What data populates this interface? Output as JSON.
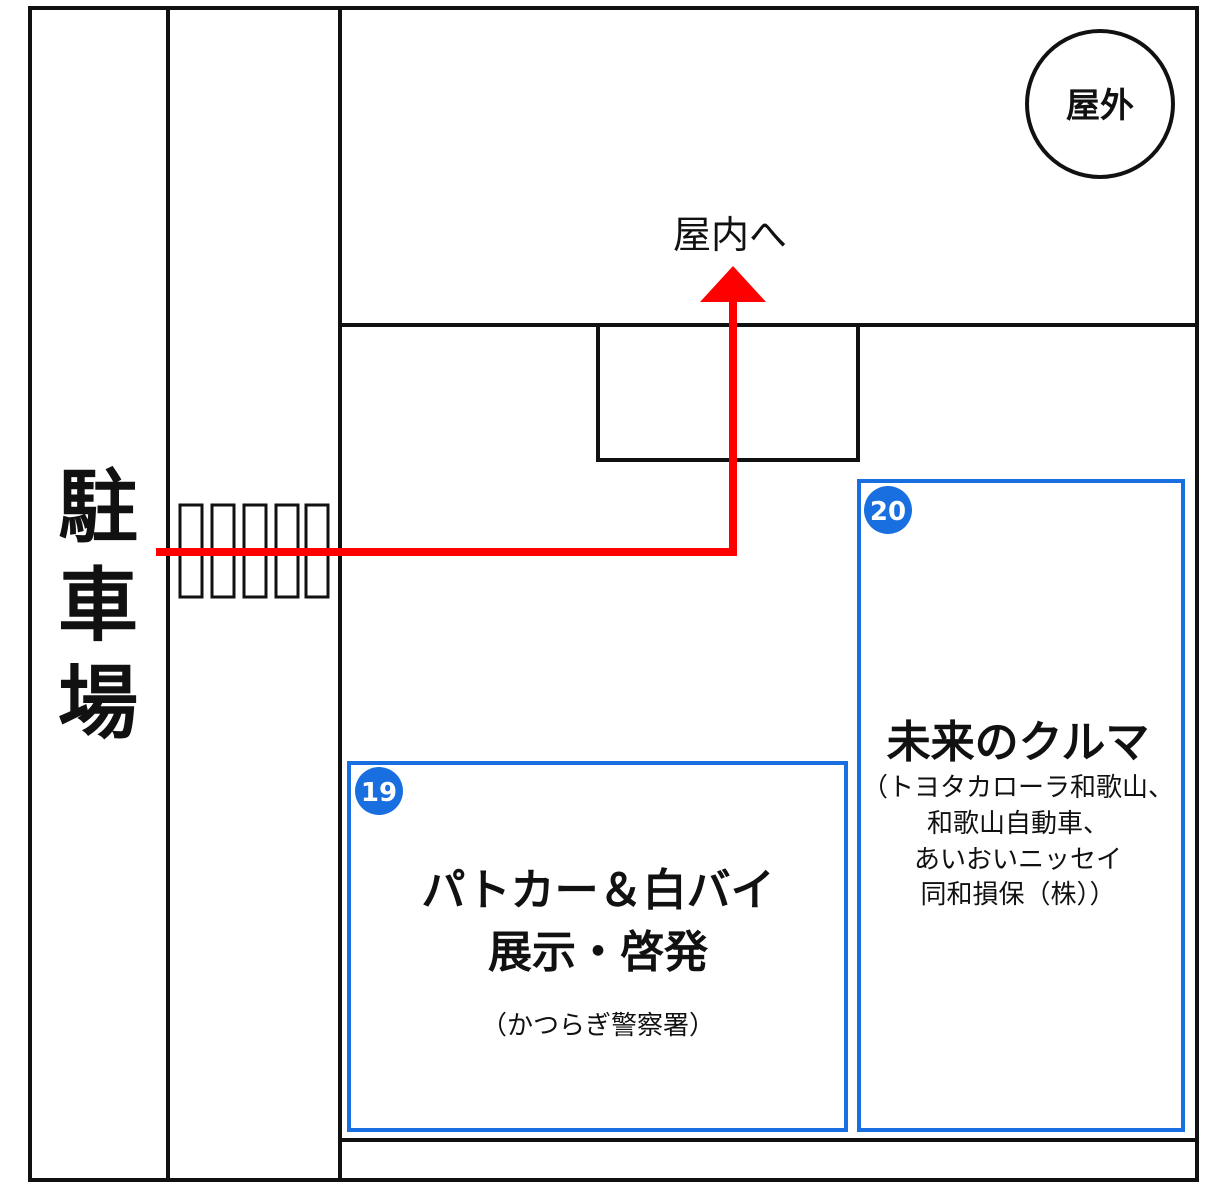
{
  "parking": {
    "label": [
      "駐",
      "車",
      "場"
    ]
  },
  "outdoor_badge": {
    "label": "屋外"
  },
  "indoor": {
    "label": "屋内へ"
  },
  "booths": [
    {
      "number": "19",
      "title_lines": [
        "パトカー＆白バイ",
        "展示・啓発"
      ],
      "subtitle_lines": [
        "（かつらぎ警察署）"
      ]
    },
    {
      "number": "20",
      "title_lines": [
        "未来のクルマ"
      ],
      "subtitle_lines": [
        "（トヨタカローラ和歌山、",
        "和歌山自動車、",
        "あいおいニッセイ",
        "同和損保（株））"
      ]
    }
  ],
  "colors": {
    "route": "#ff0000",
    "booth_border": "#1a6fe0",
    "badge_fill": "#1a6fe0",
    "wall": "#111111"
  }
}
